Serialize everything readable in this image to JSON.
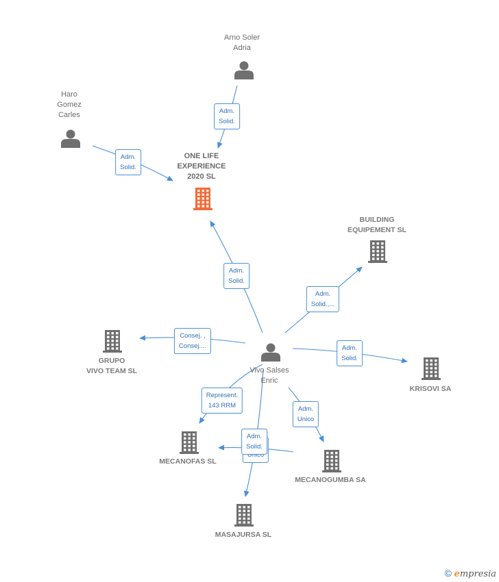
{
  "colors": {
    "edge": "#4a8fd8",
    "node_gray": "#6f6f6f",
    "node_highlight": "#f26b38"
  },
  "nodes": [
    {
      "id": "arno",
      "kind": "person-icon",
      "lines": [
        "Arno Soler",
        "Adria"
      ]
    },
    {
      "id": "haro",
      "kind": "person-icon",
      "lines": [
        "Haro",
        "Gomez",
        "Carles"
      ]
    },
    {
      "id": "onelife",
      "kind": "building-icon",
      "highlight": true,
      "lines": [
        "ONE LIFE",
        "EXPERIENCE",
        "2020  SL"
      ]
    },
    {
      "id": "building",
      "kind": "building-icon",
      "lines": [
        "BUILDING",
        "EQUIPEMENT SL"
      ]
    },
    {
      "id": "grupo",
      "kind": "building-icon",
      "lines": [
        "GRUPO",
        "VIVO TEAM SL"
      ]
    },
    {
      "id": "vivo",
      "kind": "person-icon",
      "lines": [
        "Vivo Salses",
        "Enric"
      ]
    },
    {
      "id": "krisovi",
      "kind": "building-icon",
      "lines": [
        "KRISOVI SA"
      ]
    },
    {
      "id": "mecanofas",
      "kind": "building-icon",
      "lines": [
        "MECANOFAS SL"
      ]
    },
    {
      "id": "mecanogumba",
      "kind": "building-icon",
      "lines": [
        "MECANOGUMBA SA"
      ]
    },
    {
      "id": "masajursa",
      "kind": "building-icon",
      "lines": [
        "MASAJURSA SL"
      ]
    }
  ],
  "edges": [
    {
      "from": "arno",
      "to": "onelife",
      "lines": [
        "Adm.",
        "Solid."
      ]
    },
    {
      "from": "haro",
      "to": "onelife",
      "lines": [
        "Adm.",
        "Solid."
      ]
    },
    {
      "from": "vivo",
      "to": "onelife",
      "lines": [
        "Adm.",
        "Solid."
      ]
    },
    {
      "from": "vivo",
      "to": "building",
      "lines": [
        "Adm.",
        "Solid.,..."
      ]
    },
    {
      "from": "vivo",
      "to": "grupo",
      "lines": [
        "Consej. ,",
        "Consej...."
      ]
    },
    {
      "from": "vivo",
      "to": "krisovi",
      "lines": [
        "Adm.",
        "Solid."
      ]
    },
    {
      "from": "vivo",
      "to": "mecanofas",
      "lines": [
        "Represent.",
        "143 RRM"
      ]
    },
    {
      "from": "vivo",
      "to": "mecanogumba",
      "lines": [
        "Adm.",
        "Unico"
      ]
    },
    {
      "from": "mecanogumba",
      "to": "mecanofas",
      "lines": [
        "Adm.",
        "Unico"
      ]
    },
    {
      "from": "vivo",
      "to": "masajursa",
      "lines": [
        "Adm.",
        "Solid."
      ]
    }
  ],
  "footer": {
    "copyright": "©",
    "brand_initial": "e",
    "brand_rest": "mpresia"
  }
}
